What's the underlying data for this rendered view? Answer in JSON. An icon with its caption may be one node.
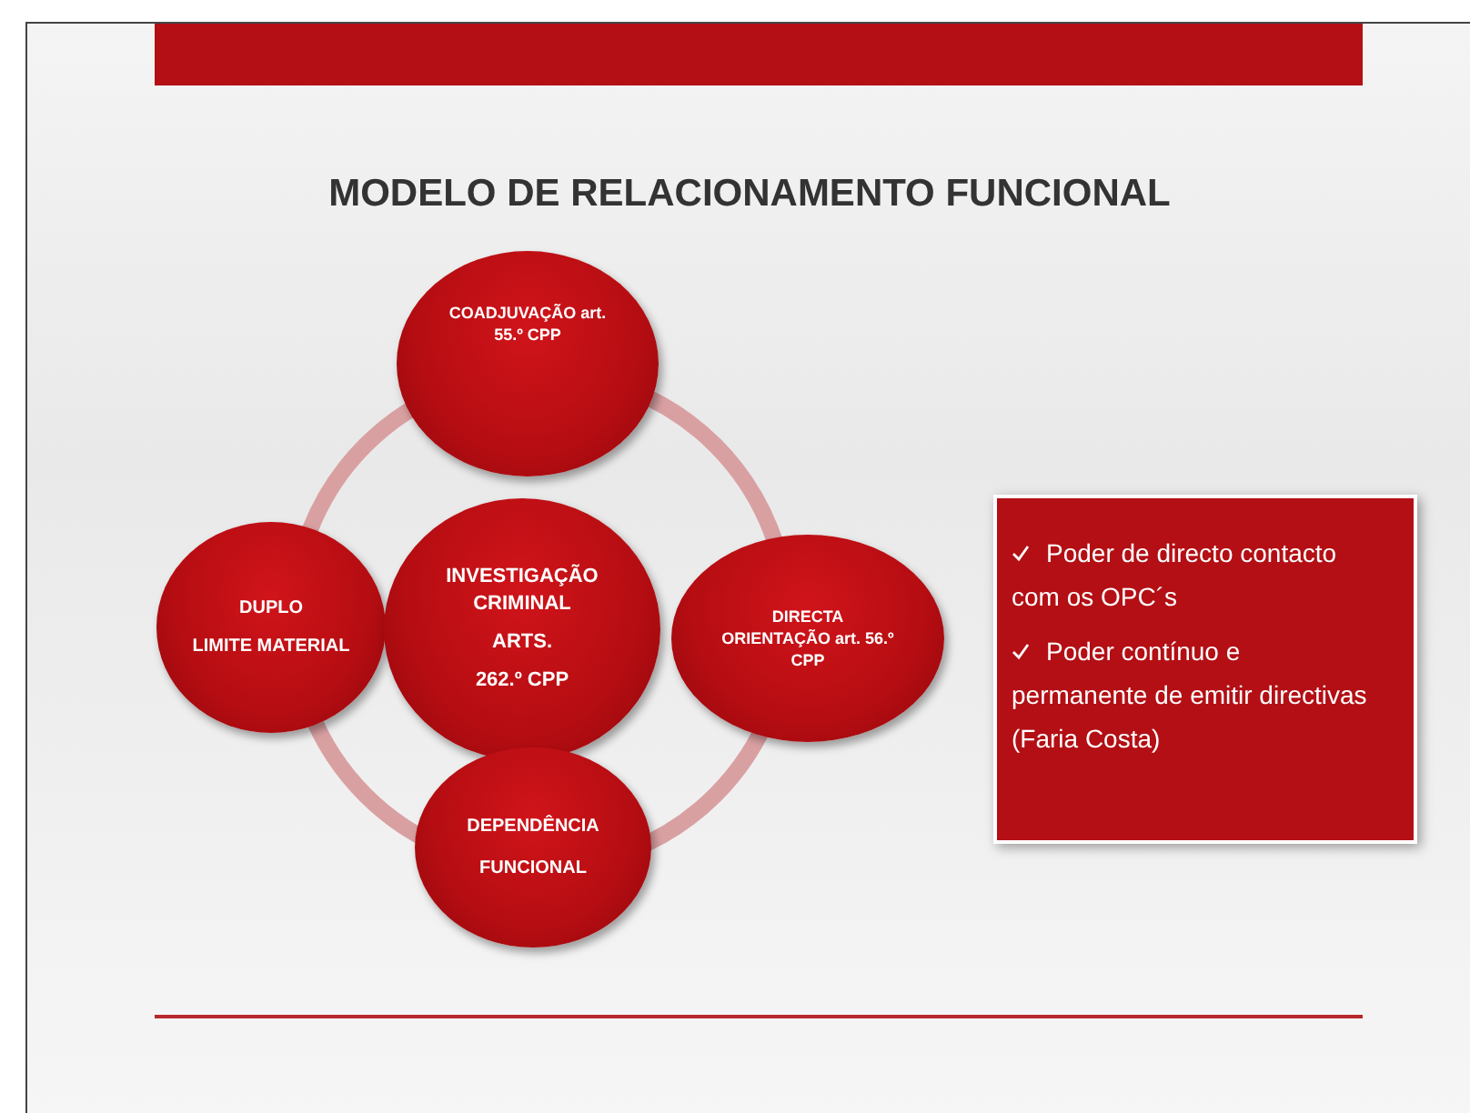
{
  "diagram": {
    "title": "MODELO DE RELACIONAMENTO FUNCIONAL",
    "nodes": [
      {
        "text": [
          "COADJUVAÇÃO art. 55.º CPP"
        ]
      },
      {
        "text": [
          "DUPLO",
          "LIMITE MATERIAL"
        ]
      },
      {
        "text": [
          "INVESTIGAÇÃO CRIMINAL",
          "ARTS.",
          "262.º CPP"
        ]
      },
      {
        "text": [
          "DIRECTA ORIENTAÇÃO art. 56.º CPP"
        ]
      },
      {
        "text": [
          "DEPENDÊNCIA",
          "FUNCIONAL"
        ]
      },
      {
        "text": [
          "Poder de directo contacto com os OPC´s",
          "Poder contínuo e permanente de emitir directivas  (Faria Costa)"
        ]
      }
    ]
  }
}
